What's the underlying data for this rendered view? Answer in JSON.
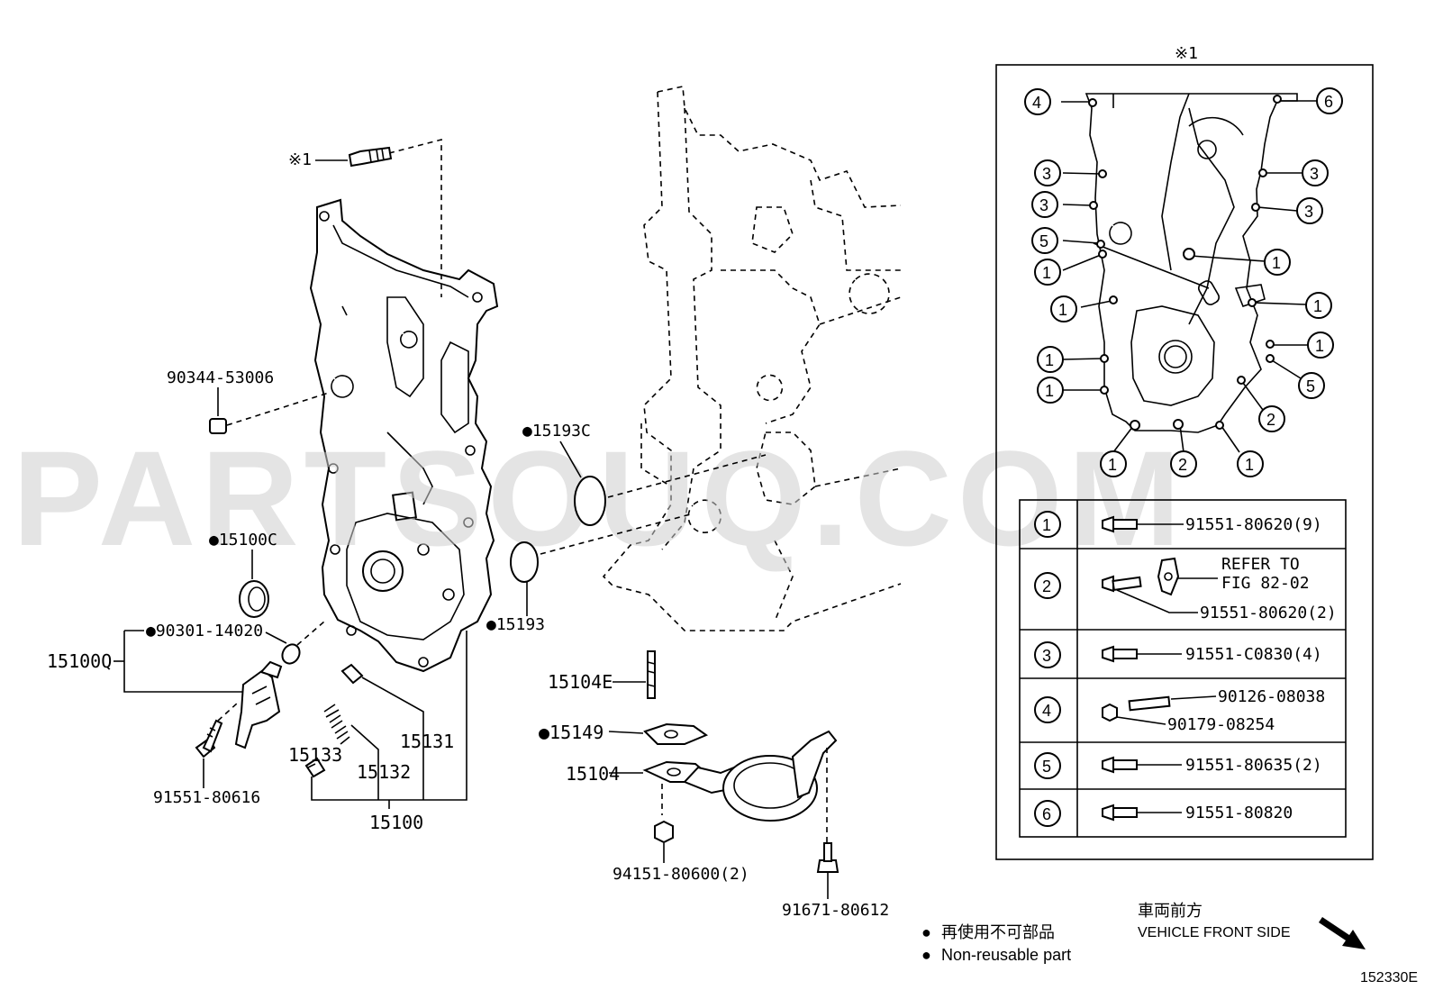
{
  "watermark": "PARTSOUQ.COM",
  "figure_code": "152330E",
  "legend": {
    "symbol": "●",
    "non_reusable_jp": "再使用不可部品",
    "non_reusable_en": "Non-reusable part"
  },
  "direction": {
    "label_jp": "車両前方",
    "label_en": "VEHICLE FRONT SIDE"
  },
  "callouts": {
    "ref_mark": "※1",
    "p_90344": "90344-53006",
    "p_15100C": "●15100C",
    "p_90301": "●90301-14020",
    "p_15100Q": "15100Q",
    "p_91551_80616": "91551-80616",
    "p_15133": "15133",
    "p_15132": "15132",
    "p_15131": "15131",
    "p_15100": "15100",
    "p_15193C": "●15193C",
    "p_15193": "●15193",
    "p_15104E": "15104E",
    "p_15149": "●15149",
    "p_15104": "15104",
    "p_94151": "94151-80600(2)",
    "p_91671": "91671-80612"
  },
  "inset": {
    "title": "※1",
    "bolt_markers": {
      "left": [
        "4",
        "3",
        "3",
        "5",
        "1",
        "1",
        "1",
        "1"
      ],
      "right": [
        "6",
        "3",
        "3",
        "1",
        "1",
        "1",
        "5",
        "2"
      ],
      "bottom": [
        "1",
        "2",
        "1"
      ]
    },
    "table": [
      {
        "key": "1",
        "parts": [
          "91551-80620(9)"
        ]
      },
      {
        "key": "2",
        "note": [
          "REFER TO",
          "FIG 82-02"
        ],
        "parts": [
          "91551-80620(2)"
        ]
      },
      {
        "key": "3",
        "parts": [
          "91551-C0830(4)"
        ]
      },
      {
        "key": "4",
        "parts": [
          "90126-08038",
          "90179-08254"
        ]
      },
      {
        "key": "5",
        "parts": [
          "91551-80635(2)"
        ]
      },
      {
        "key": "6",
        "parts": [
          "91551-80820"
        ]
      }
    ]
  }
}
